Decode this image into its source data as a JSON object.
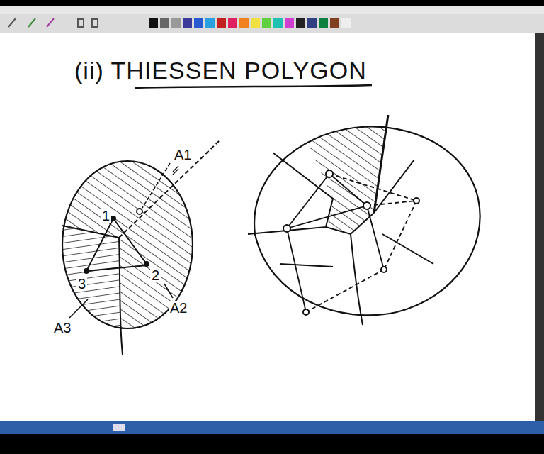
{
  "diagram": {
    "title": "(ii) THIESSEN POLYGON",
    "labels": [
      "A1",
      "1",
      "2",
      "3",
      "A3",
      "A2"
    ]
  }
}
